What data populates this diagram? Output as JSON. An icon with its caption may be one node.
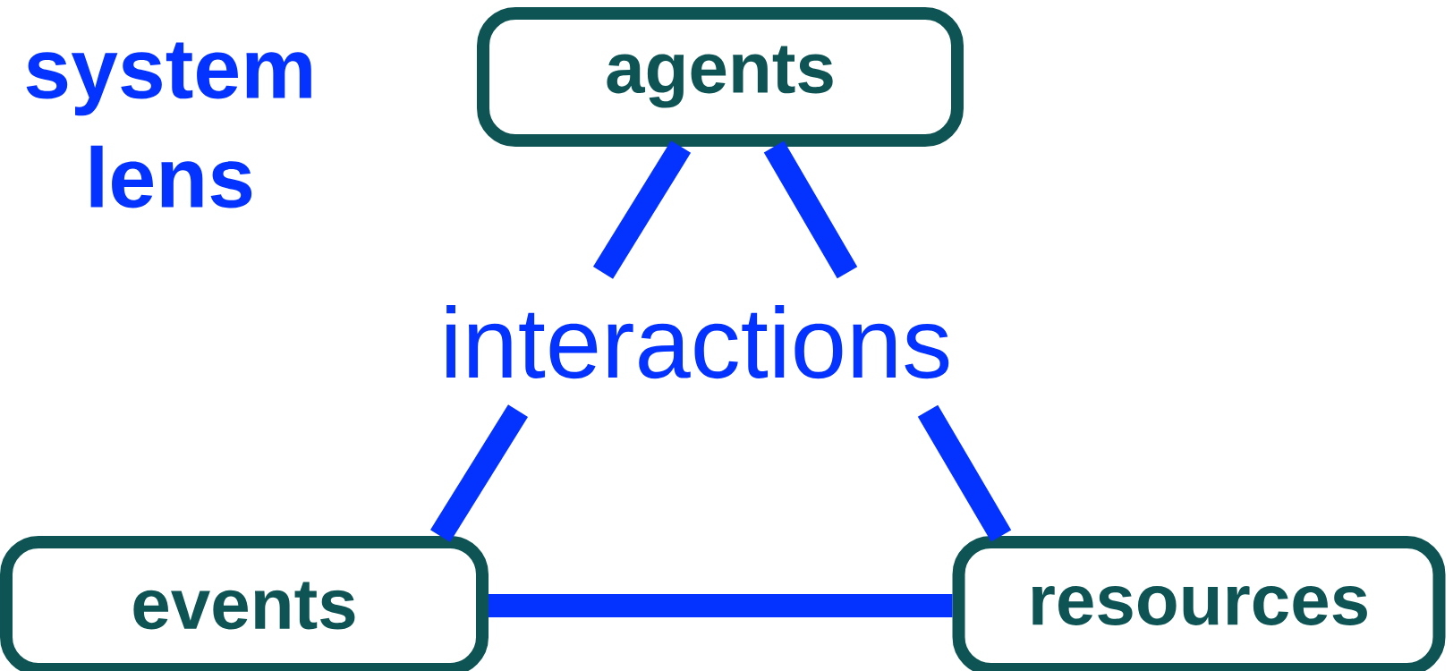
{
  "diagram": {
    "nodes": [
      {
        "text": [
          "agents"
        ]
      },
      {
        "text": [
          "interactions"
        ]
      },
      {
        "text": [
          "events"
        ]
      },
      {
        "text": [
          "resources"
        ]
      }
    ],
    "edges": [
      {
        "from": 0,
        "to": 1,
        "arrow": "none"
      },
      {
        "from": 0,
        "to": 1,
        "arrow": "none"
      },
      {
        "from": 1,
        "to": 2,
        "arrow": "none"
      },
      {
        "from": 1,
        "to": 3,
        "arrow": "none"
      },
      {
        "from": 2,
        "to": 3,
        "arrow": "none"
      }
    ],
    "labels": [
      "system lens"
    ]
  }
}
